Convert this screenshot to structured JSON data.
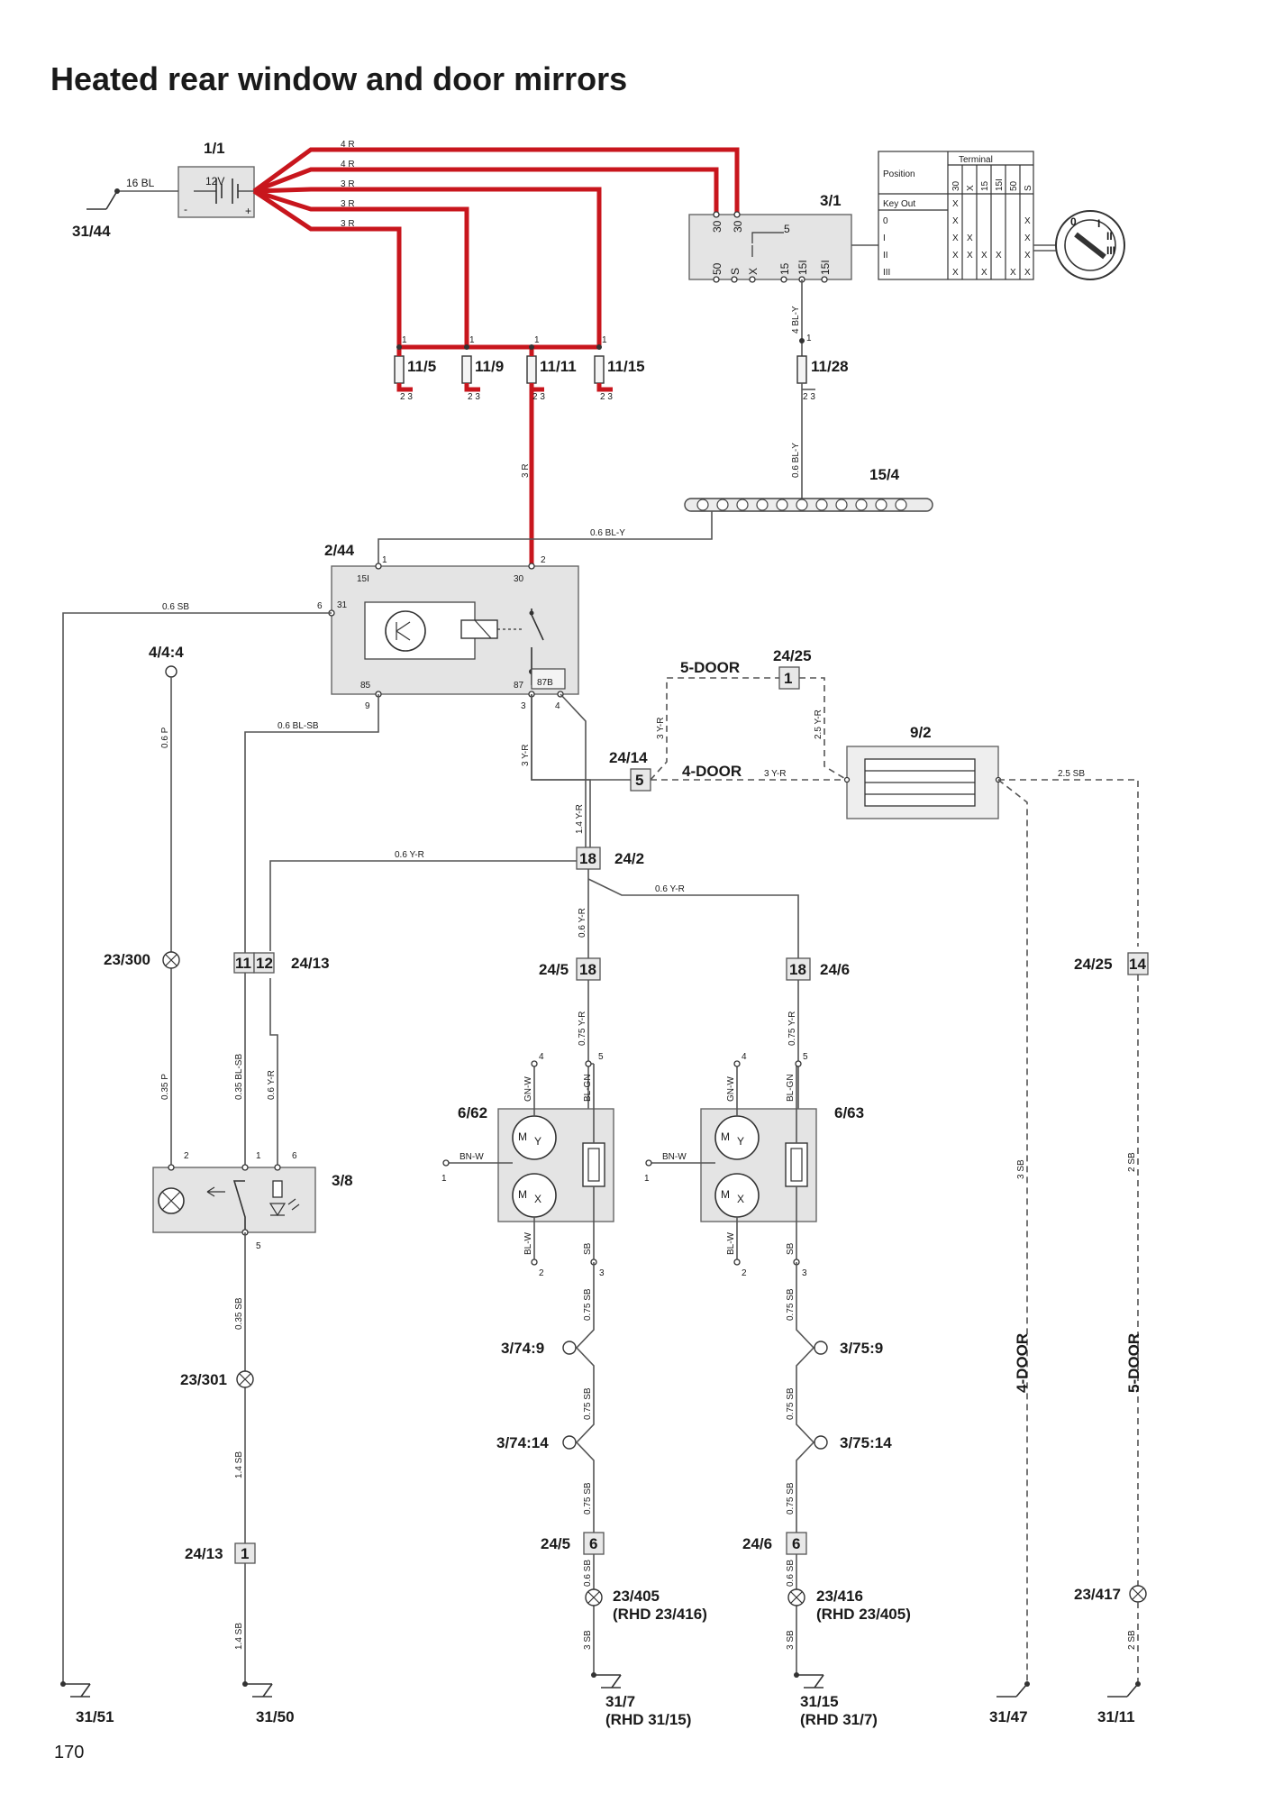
{
  "title": "Heated rear window and door mirrors",
  "page_number": "170",
  "components": {
    "battery": "1/1",
    "battery_voltage": "12V",
    "ignition_switch": "3/1",
    "relay": "2/44",
    "switch": "3/8",
    "rear_window": "9/2",
    "bus": "15/4",
    "mirror_left": "6/62",
    "mirror_right": "6/63",
    "fuses": [
      "11/5",
      "11/9",
      "11/11",
      "11/15",
      "11/28"
    ]
  },
  "ground_points": {
    "g_31_44": "31/44",
    "g_31_51": "31/51",
    "g_31_50": "31/50",
    "g_31_7": "31/7",
    "g_31_7_rhd": "(RHD 31/15)",
    "g_31_15": "31/15",
    "g_31_15_rhd": "(RHD 31/7)",
    "g_31_47": "31/47",
    "g_31_11": "31/11"
  },
  "connectors": {
    "c_4_4_4": "4/4:4",
    "c_24_25_top": "24/25",
    "c_24_25_top_pin": "1",
    "c_24_14": "24/14",
    "c_24_14_pin": "5",
    "c_24_2": "24/2",
    "c_24_2_pin": "18",
    "c_24_13": "24/13",
    "c_24_13_pins": [
      "11",
      "12"
    ],
    "c_24_5": "24/5",
    "c_24_5_pin": "18",
    "c_24_6": "24/6",
    "c_24_6_pin": "18",
    "c_24_25_mid": "24/25",
    "c_24_25_mid_pin": "14",
    "c_24_13_low": "24/13",
    "c_24_13_low_pin": "1",
    "c_24_5_low": "24/5",
    "c_24_5_low_pin": "6",
    "c_24_6_low": "24/6",
    "c_24_6_low_pin": "6",
    "c_3_74_9": "3/74:9",
    "c_3_74_14": "3/74:14",
    "c_3_75_9": "3/75:9",
    "c_3_75_14": "3/75:14"
  },
  "splices": {
    "s_23_300": "23/300",
    "s_23_301": "23/301",
    "s_23_405": "23/405",
    "s_23_405_rhd": "(RHD 23/416)",
    "s_23_416": "23/416",
    "s_23_416_rhd": "(RHD 23/405)",
    "s_23_417": "23/417"
  },
  "wire_labels": {
    "w_16bl": "16 BL",
    "w_4r_a": "4 R",
    "w_4r_b": "4 R",
    "w_3r_a": "3 R",
    "w_3r_b": "3 R",
    "w_3r_c": "3 R",
    "w_4bly": "4 BL-Y",
    "w_06bly_v": "0.6  BL-Y",
    "w_3r_v": "3 R",
    "w_06bly_h": "0.6 BL-Y",
    "w_06sb": "0.6   SB",
    "w_06p": "0.6   P",
    "w_06blsb": "0.6   BL-SB",
    "w_3yr_a": "3 Y-R",
    "w_3yr_b": "3 Y-R",
    "w_25yr": "2.5 Y-R",
    "w_3yr_h": "3  Y-R",
    "w_25sb": "2.5 SB",
    "w_14yr": "1.4  Y-R",
    "w_06yr_a": "0.6   Y-R",
    "w_06yr_b": "0.6  Y-R",
    "w_06yr_c": "0.6  Y-R",
    "w_075yr_a": "0.75  Y-R",
    "w_075yr_b": "0.75  Y-R",
    "w_035p": "0.35  P",
    "w_035blsb": "0.35  BL-SB",
    "w_06yr_d": "0.6  Y-R",
    "w_gnw_l": "GN-W",
    "w_blgn_l": "BL-GN",
    "w_gnw_r": "GN-W",
    "w_blgn_r": "BL-GN",
    "w_bnw_l": "BN-W",
    "w_bnw_r": "BN-W",
    "w_blw_l": "BL-W",
    "w_sb_l": "SB",
    "w_blw_r": "BL-W",
    "w_sb_r": "SB",
    "w_3sb_a": "3 SB",
    "w_2sb_a": "2 SB",
    "w_035sb": "0.35  SB",
    "w_14sb_a": "1.4   SB",
    "w_14sb_b": "1.4   SB",
    "w_075sb_1": "0.75 SB",
    "w_075sb_2": "0.75  SB",
    "w_075sb_3": "0.75 SB",
    "w_06sb_l": "0.6 SB",
    "w_3sb_l": "3  SB",
    "w_075sb_4": "0.75 SB",
    "w_075sb_5": "0.75  SB",
    "w_075sb_6": "0.75 SB",
    "w_06sb_r": "0.6 SB",
    "w_3sb_r": "3  SB",
    "w_2sb_b": "2 SB"
  },
  "door_labels": {
    "five_door": "5-DOOR",
    "four_door": "4-DOOR",
    "four_door_v": "4-DOOR",
    "five_door_v": "5-DOOR"
  },
  "pin_labels": {
    "relay_15i": "15I",
    "relay_30": "30",
    "relay_31": "31",
    "relay_85": "85",
    "relay_87": "87",
    "relay_87b": "87B",
    "relay_p1": "1",
    "relay_p2": "2",
    "relay_p6": "6",
    "relay_p9": "9",
    "relay_p3": "3",
    "relay_p4": "4",
    "fuse_in": "1",
    "fuse_out": "2  3",
    "sw_p2": "2",
    "sw_p1": "1",
    "sw_p6": "6",
    "sw_p5": "5",
    "mirror_p4": "4",
    "mirror_p5": "5",
    "mirror_p1": "1",
    "mirror_p2": "2",
    "mirror_p3": "3",
    "motor_my": "M",
    "motor_y": "Y",
    "motor_mx": "M",
    "motor_x": "X",
    "ign_30": "30",
    "ign_50": "50",
    "ign_s": "S",
    "ign_x": "X",
    "ign_15": "15",
    "ign_15i": "15I",
    "ign_5": "5",
    "bat_minus": "-",
    "bat_plus": "+"
  },
  "ignition_table": {
    "header_terminal": "Terminal",
    "header_position": "Position",
    "columns": [
      "30",
      "X",
      "15",
      "15I",
      "50",
      "S"
    ],
    "rows": [
      {
        "pos": "Key Out",
        "marks": [
          "X",
          "",
          "",
          "",
          "",
          ""
        ]
      },
      {
        "pos": "0",
        "marks": [
          "X",
          "",
          "",
          "",
          "",
          "X"
        ]
      },
      {
        "pos": "I",
        "marks": [
          "X",
          "X",
          "",
          "",
          "",
          "X"
        ]
      },
      {
        "pos": "II",
        "marks": [
          "X",
          "X",
          "X",
          "X",
          "",
          "X"
        ]
      },
      {
        "pos": "III",
        "marks": [
          "X",
          "",
          "X",
          "",
          "X",
          "X"
        ]
      }
    ],
    "key_positions": [
      "0",
      "I",
      "II",
      "III"
    ]
  },
  "colors": {
    "power_wire": "#c8161d",
    "wire": "#555555",
    "component_fill": "#e4e4e4"
  }
}
